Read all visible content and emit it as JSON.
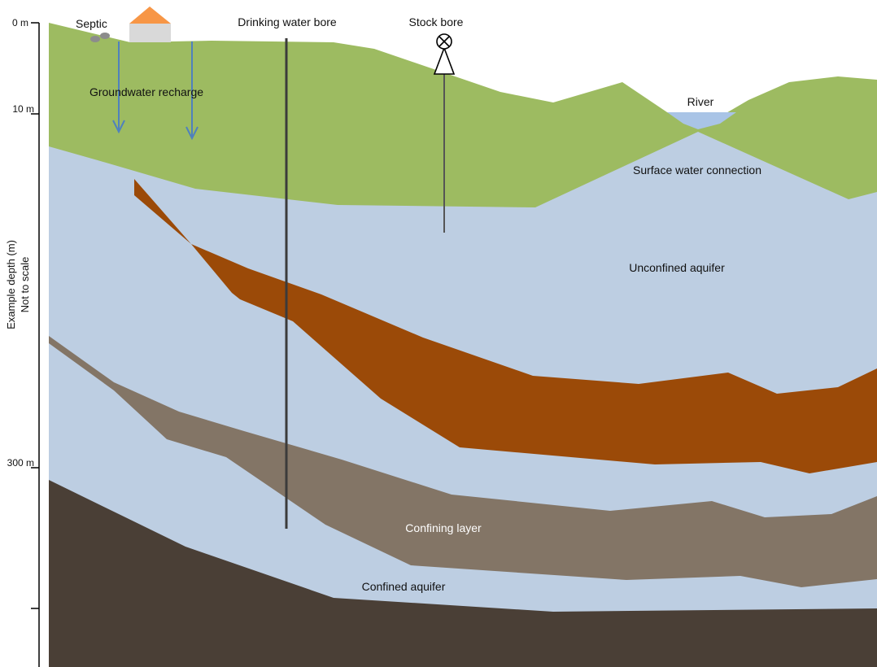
{
  "axis": {
    "title": "Example depth (m)",
    "subtitle": "Not to scale",
    "ticks": [
      "0 m",
      "10 m",
      "300 m",
      ""
    ]
  },
  "labels": {
    "septic": "Septic",
    "drinking_bore": "Drinking water bore",
    "stock_bore": "Stock bore",
    "recharge": "Groundwater recharge",
    "river": "River",
    "surface_connection": "Surface water connection",
    "unconfined": "Unconfined aquifer",
    "confining": "Confining layer",
    "confined": "Confined aquifer"
  },
  "colors": {
    "topsoil": "#9dbb61",
    "aquifer": "#bdcee2",
    "clay": "#9b4a08",
    "confining": "#837566",
    "bedrock": "#4a3f36",
    "river": "#a9c4e6",
    "roof": "#f79646",
    "house": "#d9d9d9",
    "recharge_arrow": "#4f81bd"
  }
}
